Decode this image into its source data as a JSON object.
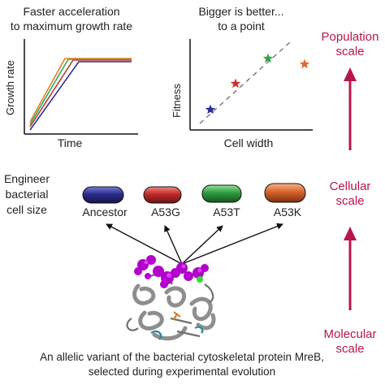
{
  "panel_growth": {
    "title_line1": "Faster acceleration",
    "title_line2": "to maximum growth rate",
    "ylabel": "Growth rate",
    "xlabel": "Time",
    "curve_colors": [
      "#2f2f8f",
      "#c0392b",
      "#27ae60",
      "#e67e22"
    ]
  },
  "panel_fitness": {
    "title_line1": "Bigger is better...",
    "title_line2": "to a point",
    "ylabel": "Fitness",
    "xlabel": "Cell width",
    "point_colors": [
      "#2c2c9a",
      "#d0312d",
      "#3aa14a",
      "#e06a2b"
    ]
  },
  "engineer_label": [
    "Engineer",
    "bacterial",
    "cell size"
  ],
  "strains": [
    {
      "label": "Ancestor",
      "color": "#2b2b8c"
    },
    {
      "label": "A53G",
      "color": "#c0292b"
    },
    {
      "label": "A53T",
      "color": "#2f9a3f"
    },
    {
      "label": "A53K",
      "color": "#d8622a"
    }
  ],
  "caption_line1": "An allelic variant of the bacterial cytoskeletal protein MreB,",
  "caption_line2": "selected during experimental evolution",
  "scales": {
    "population": [
      "Population",
      "scale"
    ],
    "cellular": [
      "Cellular",
      "scale"
    ],
    "molecular": [
      "Molecular",
      "scale"
    ],
    "color": "#b5164f"
  }
}
